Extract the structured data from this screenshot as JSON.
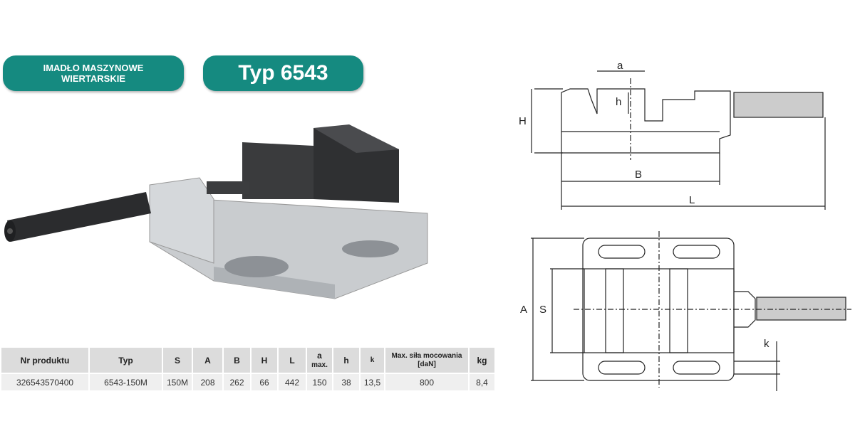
{
  "badges": {
    "title": "IMADŁO MASZYNOWE WIERTARSKIE",
    "title_line1": "IMADŁO MASZYNOWE",
    "title_line2": "WIERTARSKIE",
    "type": "Typ 6543"
  },
  "table": {
    "headers": [
      "Nr produktu",
      "Typ",
      "S",
      "A",
      "B",
      "H",
      "L",
      "a max.",
      "h",
      "k",
      "Max. siła mocowania [daN]",
      "kg"
    ],
    "header_a": "a",
    "header_a_sub": "max.",
    "header_force": "Max. siła mocowania",
    "header_force_sub": "[daN]",
    "rows": [
      [
        "326543570400",
        "6543-150M",
        "150M",
        "208",
        "262",
        "66",
        "442",
        "150",
        "38",
        "13,5",
        "800",
        "8,4"
      ]
    ]
  },
  "diagram": {
    "labels": {
      "a": "a",
      "h": "h",
      "H": "H",
      "B": "B",
      "L": "L",
      "A": "A",
      "S": "S",
      "k": "k"
    }
  },
  "colors": {
    "badge": "#158a80"
  }
}
